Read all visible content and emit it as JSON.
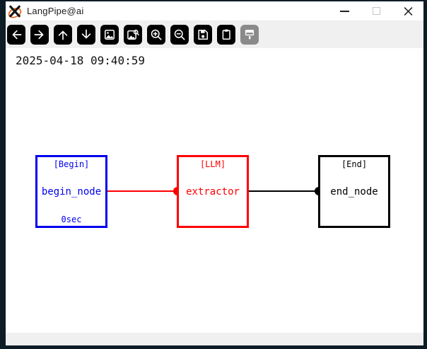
{
  "window": {
    "title": "LangPipe@ai",
    "controls": [
      {
        "name": "minimize"
      },
      {
        "name": "maximize"
      },
      {
        "name": "close"
      }
    ]
  },
  "toolbar": {
    "buttons": [
      {
        "icon": "arrow-left",
        "enabled": true
      },
      {
        "icon": "arrow-right",
        "enabled": true
      },
      {
        "icon": "arrow-up",
        "enabled": true
      },
      {
        "icon": "arrow-down",
        "enabled": true
      },
      {
        "icon": "image",
        "enabled": true
      },
      {
        "icon": "image-search",
        "enabled": true
      },
      {
        "icon": "zoom-in",
        "enabled": true
      },
      {
        "icon": "zoom-out",
        "enabled": true
      },
      {
        "icon": "save",
        "enabled": true
      },
      {
        "icon": "clipboard",
        "enabled": true
      },
      {
        "icon": "paintbrush",
        "enabled": false
      }
    ]
  },
  "canvas": {
    "timestamp": "2025-04-18 09:40:59",
    "nodes": [
      {
        "id": "begin_node",
        "type_label": "[Begin]",
        "name": "begin_node",
        "footer": "0sec",
        "color": "#0000ee"
      },
      {
        "id": "extractor",
        "type_label": "[LLM]",
        "name": "extractor",
        "footer": "",
        "color": "#ff0000"
      },
      {
        "id": "end_node",
        "type_label": "[End]",
        "name": "end_node",
        "footer": "",
        "color": "#000000"
      }
    ],
    "edges": [
      {
        "from": "begin_node",
        "to": "extractor",
        "color": "#ff0000"
      },
      {
        "from": "extractor",
        "to": "end_node",
        "color": "#000000"
      }
    ]
  },
  "colors": {
    "desktop_background": "#0e1c26",
    "window_background": "#ffffff",
    "toolbar_background": "#f0f0f0",
    "button_background": "#000000",
    "button_disabled": "#8a8a8a",
    "node_begin": "#0000ee",
    "node_llm": "#ff0000",
    "node_end": "#000000",
    "logo_accent": "#e8681c"
  }
}
